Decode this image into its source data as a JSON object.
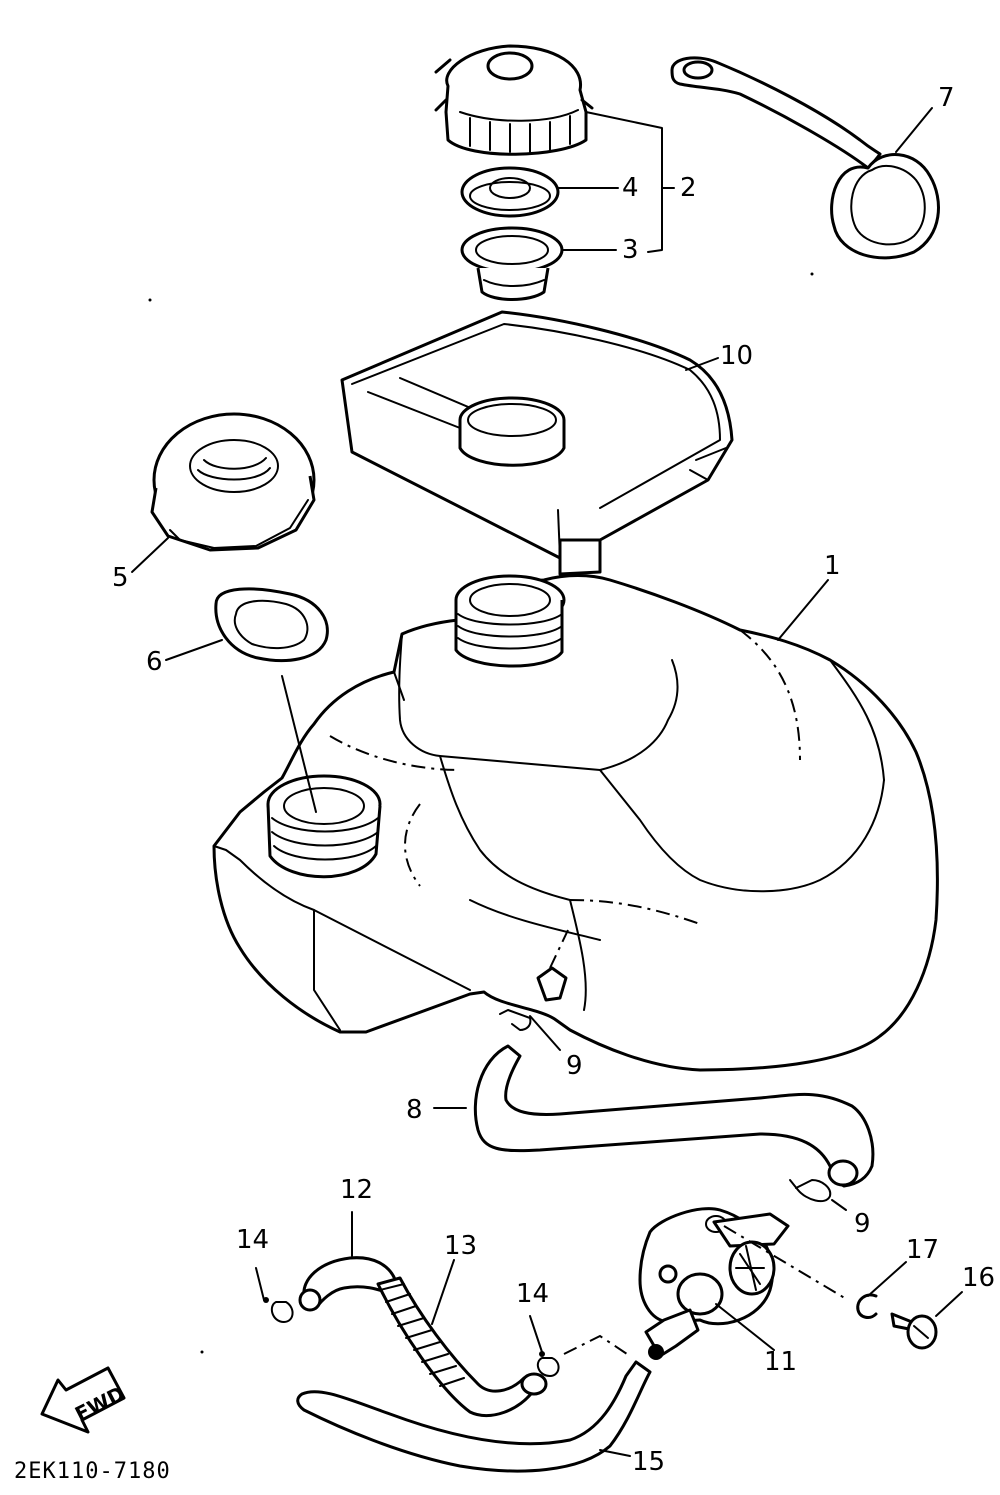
{
  "labels": {
    "p1": "1",
    "p2": "2",
    "p3": "3",
    "p4": "4",
    "p5": "5",
    "p6": "6",
    "p7": "7",
    "p8": "8",
    "p9a": "9",
    "p9b": "9",
    "p10": "10",
    "p11": "11",
    "p12": "12",
    "p13": "13",
    "p14a": "14",
    "p14b": "14",
    "p15": "15",
    "p16": "16",
    "p17": "17"
  },
  "direction_label": "FWD",
  "drawing_code": "2EK110-7180"
}
